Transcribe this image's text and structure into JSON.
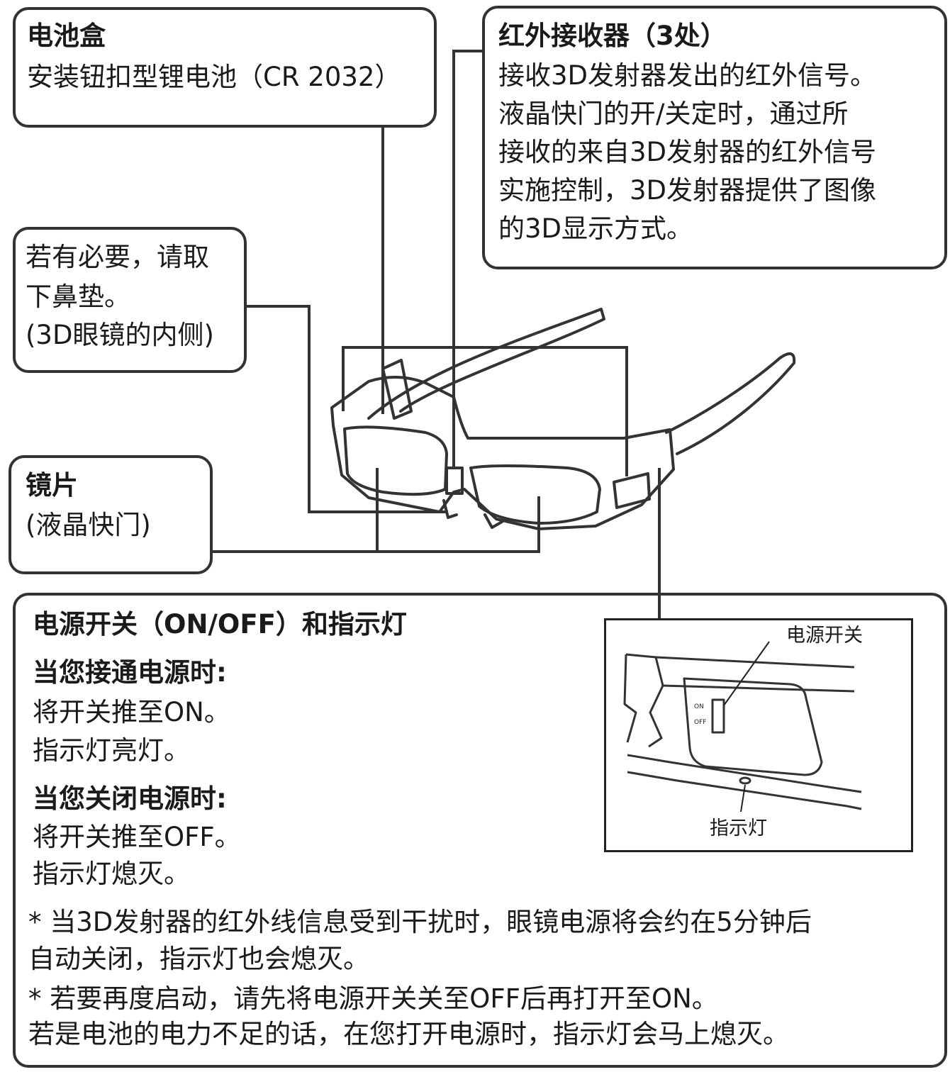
{
  "battery": {
    "title": "电池盒",
    "desc": "安装钮扣型锂电池（CR 2032）"
  },
  "ir_receiver": {
    "title": "红外接收器（3处）",
    "lines": [
      "接收3D发射器发出的红外信号。",
      "液晶快门的开/关定时，通过所",
      "接收的来自3D发射器的红外信号",
      "实施控制，3D发射器提供了图像",
      "的3D显示方式。"
    ]
  },
  "nose_pad": {
    "lines": [
      "若有必要，请取",
      "下鼻垫。",
      "(3D眼镜的内侧)"
    ]
  },
  "lens": {
    "title": "镜片",
    "subtitle": "(液晶快门)"
  },
  "power": {
    "title": "电源开关（ON/OFF）和指示灯",
    "on_heading": "当您接通电源时:",
    "on_lines": [
      "将开关推至ON。",
      "指示灯亮灯。"
    ],
    "off_heading": "当您关闭电源时:",
    "off_lines": [
      "将开关推至OFF。",
      "指示灯熄灭。"
    ],
    "notes": [
      "* 当3D发射器的红外线信息受到干扰时，眼镜电源将会约在5分钟后",
      " 自动关闭，指示灯也会熄灭。",
      "* 若要再度启动，请先将电源开关关至OFF后再打开至ON。",
      " 若是电池的电力不足的话，在您打开电源时，指示灯会马上熄灭。"
    ]
  },
  "inset": {
    "switch_label": "电源开关",
    "indicator_label": "指示灯",
    "on_mark": "ON",
    "off_mark": "OFF"
  }
}
